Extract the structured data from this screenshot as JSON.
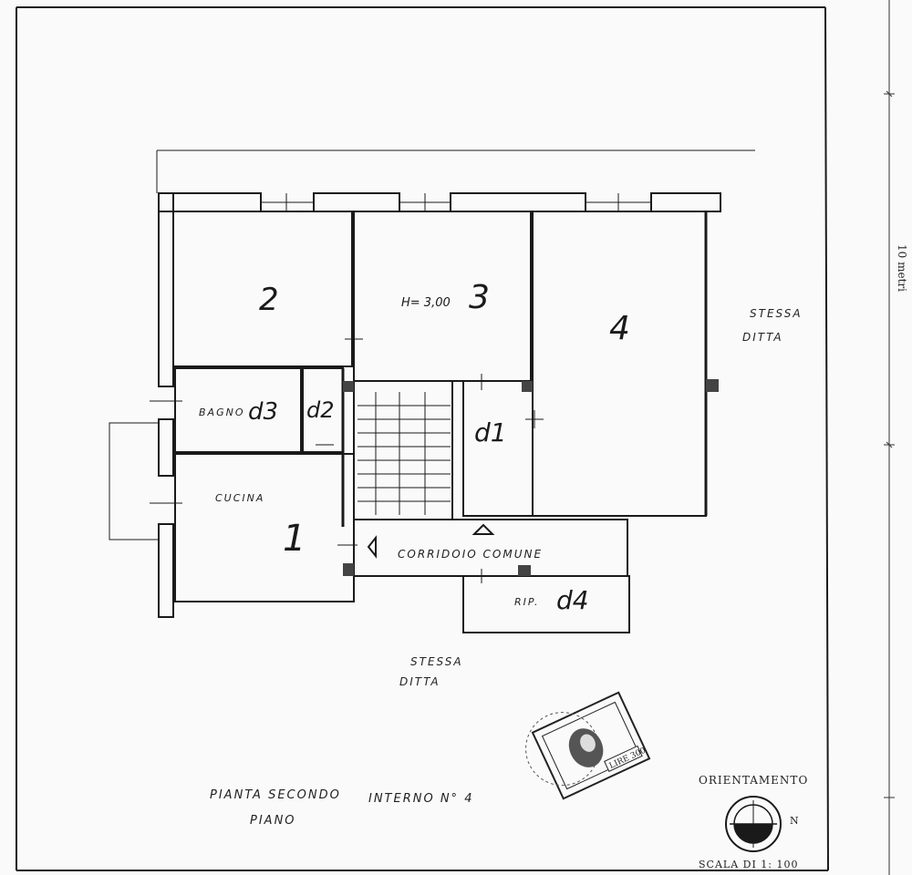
{
  "rooms": {
    "r2": "2",
    "r3": "3",
    "r3_height": "H= 3,00",
    "r4": "4",
    "d3": "d3",
    "d2": "d2",
    "d1": "d1",
    "d4": "d4",
    "bagno": "BAGNO",
    "cucina_label": "CUCINA",
    "cucina_num": "1",
    "corridoio": "CORRIDOIO  COMUNE",
    "rip": "RIP."
  },
  "neighbors": {
    "east_line1": "STESSA",
    "east_line2": "DITTA",
    "south_line1": "STESSA",
    "south_line2": "DITTA"
  },
  "caption": {
    "line1_a": "PIANTA  SECONDO",
    "line1_b": "INTERNO N° 4",
    "line2": "PIANO"
  },
  "scale_bar": {
    "label": "10 metri"
  },
  "orientation": {
    "title": "ORIENTAMENTO",
    "north": "N"
  },
  "scale": {
    "label": "SCALA DI 1: 100"
  },
  "stamp": {
    "value": "LIRE 300",
    "icon": "revenue-stamp"
  },
  "colors": {
    "ink": "#1a1a1a",
    "paper": "#fafafa",
    "wall_fill": "#ffffff"
  }
}
